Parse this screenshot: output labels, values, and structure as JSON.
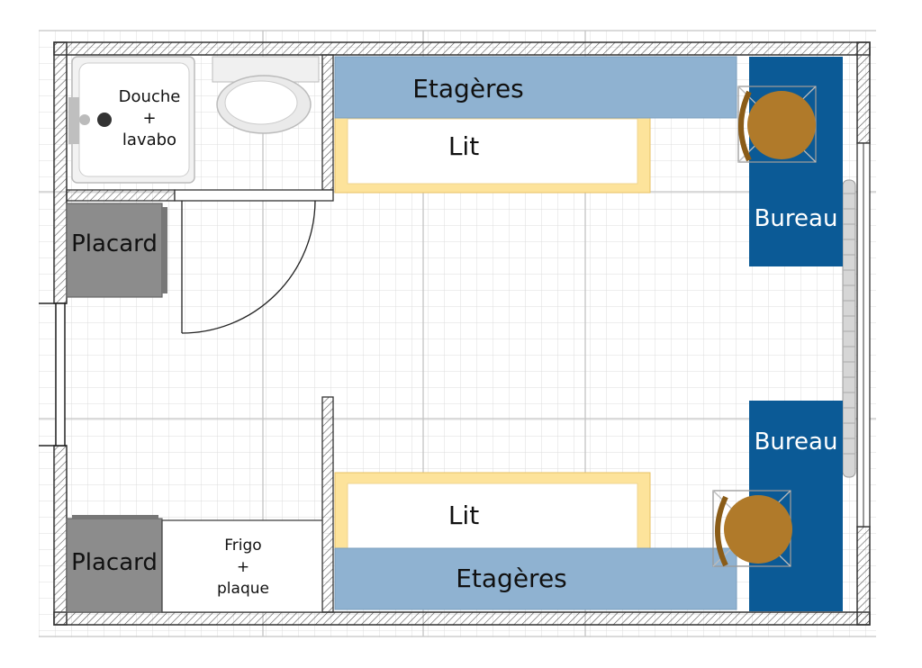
{
  "plan": {
    "shelves_top": "Etagères",
    "bed_top": "Lit",
    "shower_sink": [
      "Douche",
      "+",
      "lavabo"
    ],
    "closet_top": "Placard",
    "desk_top": "Bureau",
    "desk_bottom": "Bureau",
    "bed_bottom": "Lit",
    "closet_bottom": "Placard",
    "fridge_stove": [
      "Frigo",
      "+",
      "plaque"
    ],
    "shelves_bottom": "Etagères"
  },
  "colors": {
    "shelves": "#8fb2d1",
    "desk": "#0b5a96",
    "closet": "#8c8c8c",
    "bed_frame": "#fde39b",
    "chair": "#b07a2a",
    "wall": "#333333",
    "grid": "#d4d4d4"
  }
}
